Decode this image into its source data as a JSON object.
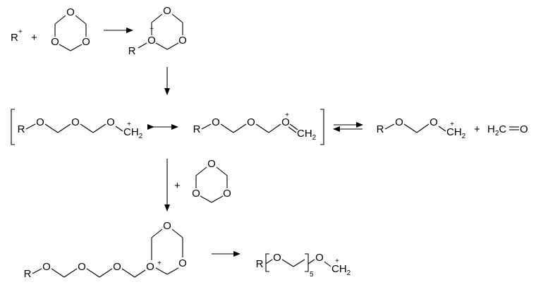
{
  "labels": {
    "r": "R",
    "o": "O",
    "plus": "+",
    "charge": "+",
    "ch": "CH",
    "sub2": "2",
    "h": "H",
    "c": "C",
    "eq": "=",
    "n5": "5"
  }
}
